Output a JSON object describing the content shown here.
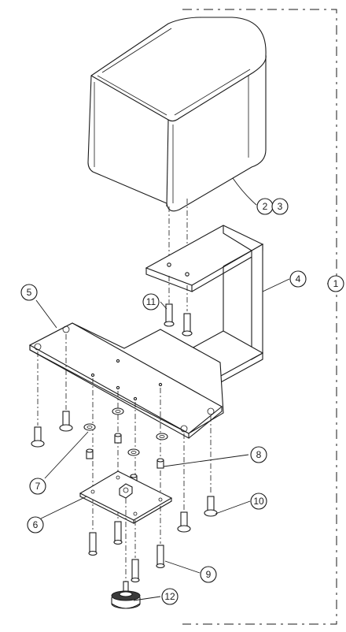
{
  "diagram": {
    "type": "exploded-assembly-drawing",
    "callouts": [
      {
        "id": "c1",
        "label": "1",
        "part": "assembly"
      },
      {
        "id": "c2",
        "label": "2",
        "part": "cushion"
      },
      {
        "id": "c3",
        "label": "3",
        "part": "cushion"
      },
      {
        "id": "c4",
        "label": "4",
        "part": "c-bracket"
      },
      {
        "id": "c5",
        "label": "5",
        "part": "t-plate"
      },
      {
        "id": "c6",
        "label": "6",
        "part": "clamp-plate"
      },
      {
        "id": "c7",
        "label": "7",
        "part": "washer"
      },
      {
        "id": "c8",
        "label": "8",
        "part": "spacer"
      },
      {
        "id": "c9",
        "label": "9",
        "part": "screw"
      },
      {
        "id": "c10",
        "label": "10",
        "part": "bolt"
      },
      {
        "id": "c11",
        "label": "11",
        "part": "screw"
      },
      {
        "id": "c12",
        "label": "12",
        "part": "leveling-foot"
      }
    ]
  }
}
